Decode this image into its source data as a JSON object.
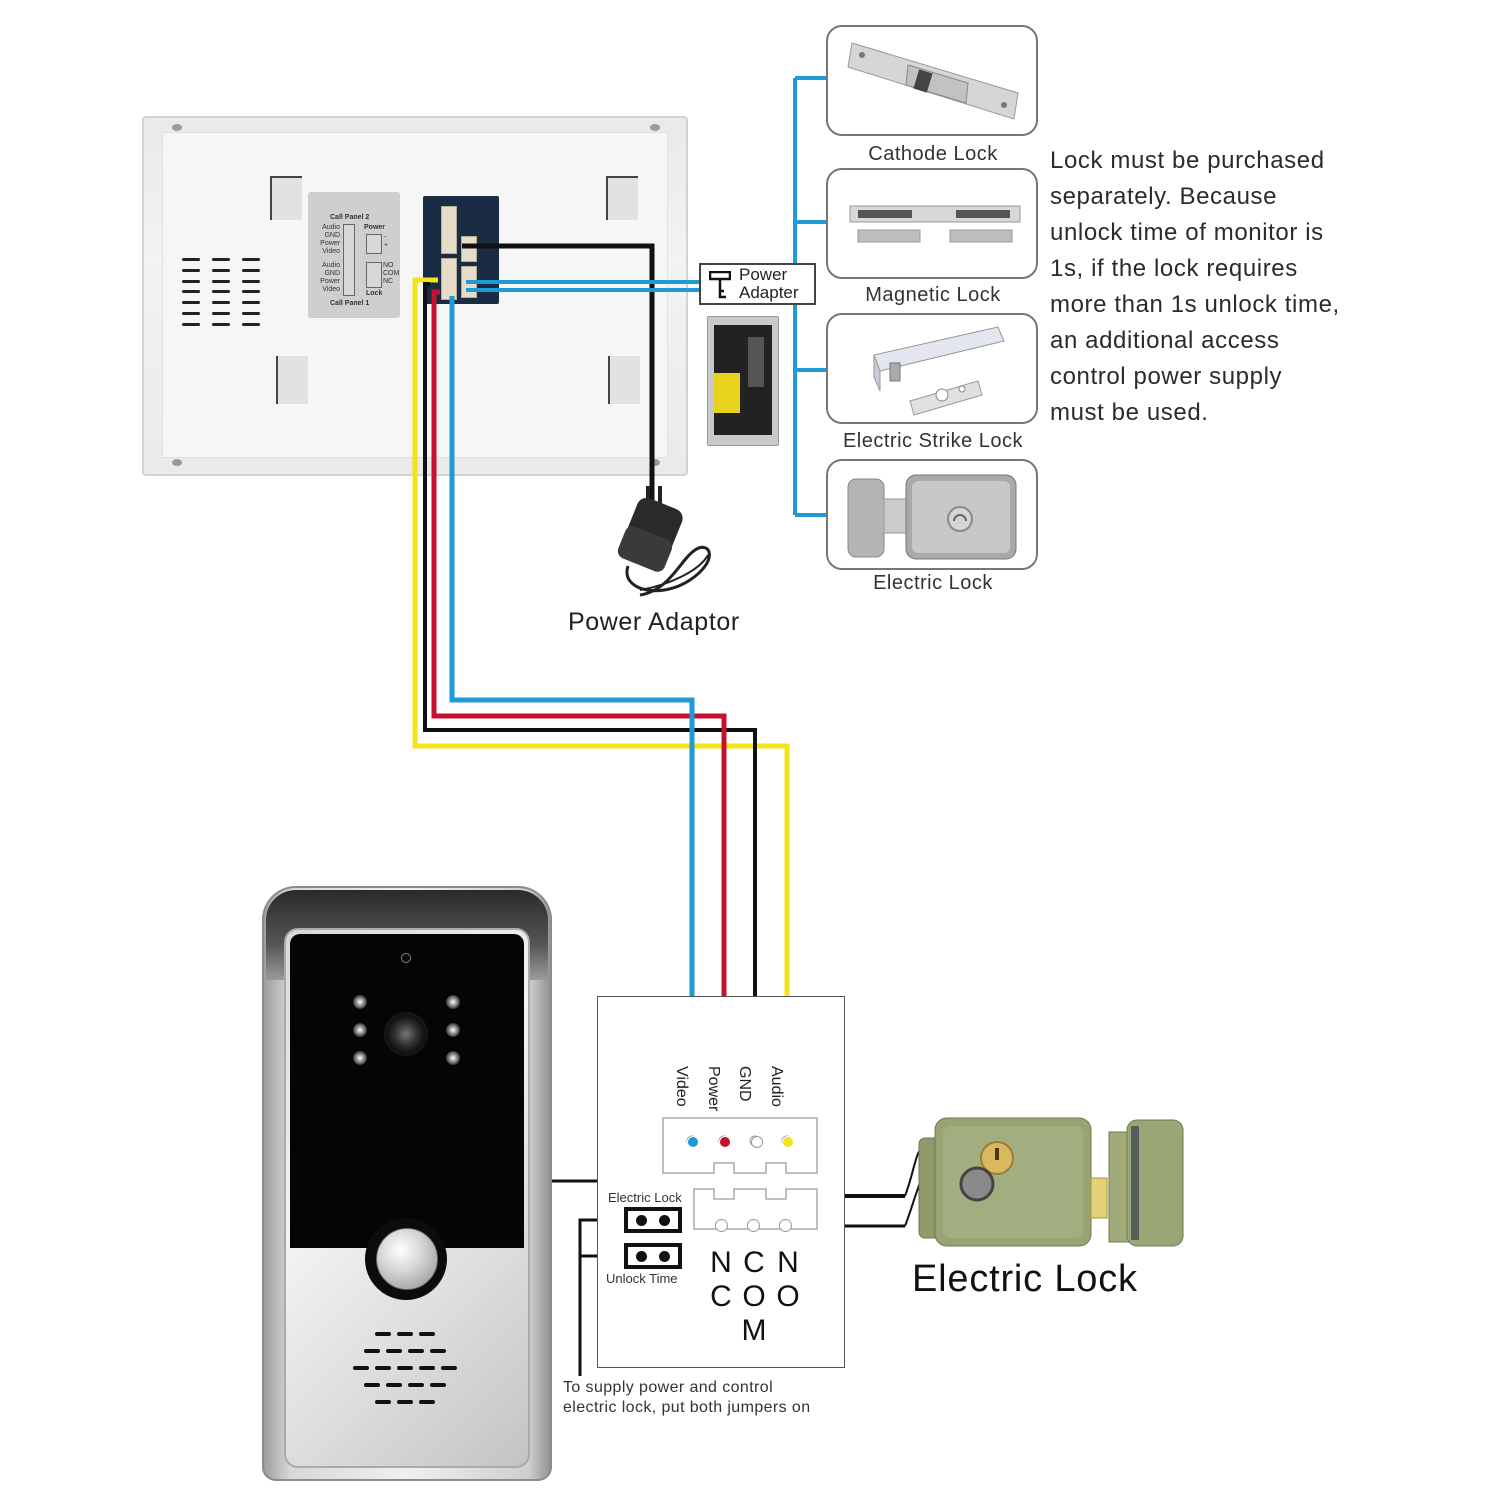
{
  "monitor": {
    "name": "Indoor monitor (rear view)",
    "label_plate": {
      "top_heading": "Call Panel 2",
      "bottom_heading": "Call Panel 1",
      "panel2_pins": [
        "Audio",
        "GND",
        "Power",
        "Video"
      ],
      "panel1_pins": [
        "Audio",
        "GND",
        "Power",
        "Video"
      ],
      "power_heading": "Power",
      "power_pins": [
        "-",
        "+"
      ],
      "lock_heading": "Lock",
      "lock_pins": [
        "NO",
        "COM",
        "NC"
      ]
    }
  },
  "power_adapter_box": {
    "icon": "key-icon",
    "line1": "Power",
    "line2": "Adapter"
  },
  "power_adaptor_caption": "Power Adaptor",
  "lock_options": [
    {
      "label": "Cathode Lock"
    },
    {
      "label": "Magnetic Lock"
    },
    {
      "label": "Electric Strike Lock"
    },
    {
      "label": "Electric Lock"
    }
  ],
  "note": {
    "lines": [
      "Lock must be purchased",
      "separately. Because",
      "unlock time of monitor is",
      "1s, if the lock requires",
      "more than 1s unlock time,",
      "an additional access",
      "control power supply",
      "must be used."
    ]
  },
  "wires": [
    {
      "name": "Video",
      "color": "#1e9ad6"
    },
    {
      "name": "Power",
      "color": "#c8102e"
    },
    {
      "name": "GND",
      "color": "#111111"
    },
    {
      "name": "Audio",
      "color": "#f4e31a"
    }
  ],
  "lock_bus_color": "#1e9ad6",
  "junction_box": {
    "pins": [
      "Video",
      "Power",
      "GND",
      "Audio"
    ],
    "jumpers": [
      {
        "label": "Electric Lock"
      },
      {
        "label": "Unlock Time"
      }
    ],
    "relay_terminals": [
      {
        "letters": [
          "N",
          "C"
        ]
      },
      {
        "letters": [
          "C",
          "O",
          "M"
        ]
      },
      {
        "letters": [
          "N",
          "O"
        ]
      }
    ],
    "note_lines": [
      "To supply power and control",
      "electric lock, put both jumpers on"
    ]
  },
  "electric_lock_caption": "Electric Lock"
}
